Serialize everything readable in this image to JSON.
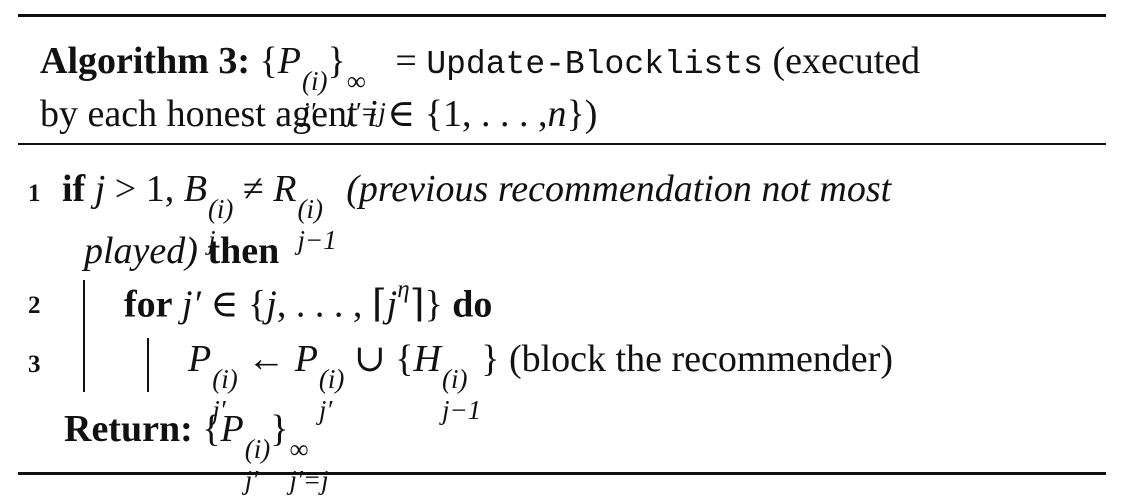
{
  "algorithm": {
    "label": "Algorithm 3:",
    "output_symbol": "P",
    "index_i": "(i)",
    "index_jprime": "j′",
    "infinity": "∞",
    "range_start": "j′=j",
    "equals": "=",
    "function_name": "Update-Blocklists",
    "caption_end": "(executed",
    "caption_line2_a": "by each honest agent",
    "caption_var_i": "i",
    "caption_line2_b": "∈ {1, . . . ,",
    "caption_var_n": "n",
    "caption_line2_c": "})"
  },
  "lines": [
    {
      "number": "1",
      "keyword_if": "if",
      "cond_j": "j",
      "cond_gt": "> 1,",
      "sym_B": "B",
      "sub_j": "j",
      "neq": "≠",
      "sym_R": "R",
      "sub_jm1": "j−1",
      "comment": "(previous recommendation not most",
      "comment_cont": "played)",
      "keyword_then": "then"
    },
    {
      "number": "2",
      "keyword_for": "for",
      "var": "j′",
      "set": "∈ {",
      "set_j": "j",
      "set_mid": ", . . . , ⌈",
      "set_j2": "j",
      "eta": "η",
      "set_end": "⌉}",
      "keyword_do": "do"
    },
    {
      "number": "3",
      "sym_P": "P",
      "arrow": "←",
      "union": "∪ {",
      "sym_H": "H",
      "sub_jm1": "j−1",
      "close": "}",
      "comment": "(block the recommender)"
    }
  ],
  "return": {
    "label": "Return:",
    "open": "{",
    "sym_P": "P",
    "close": "}",
    "infinity": "∞",
    "range_start": "j′=j"
  }
}
